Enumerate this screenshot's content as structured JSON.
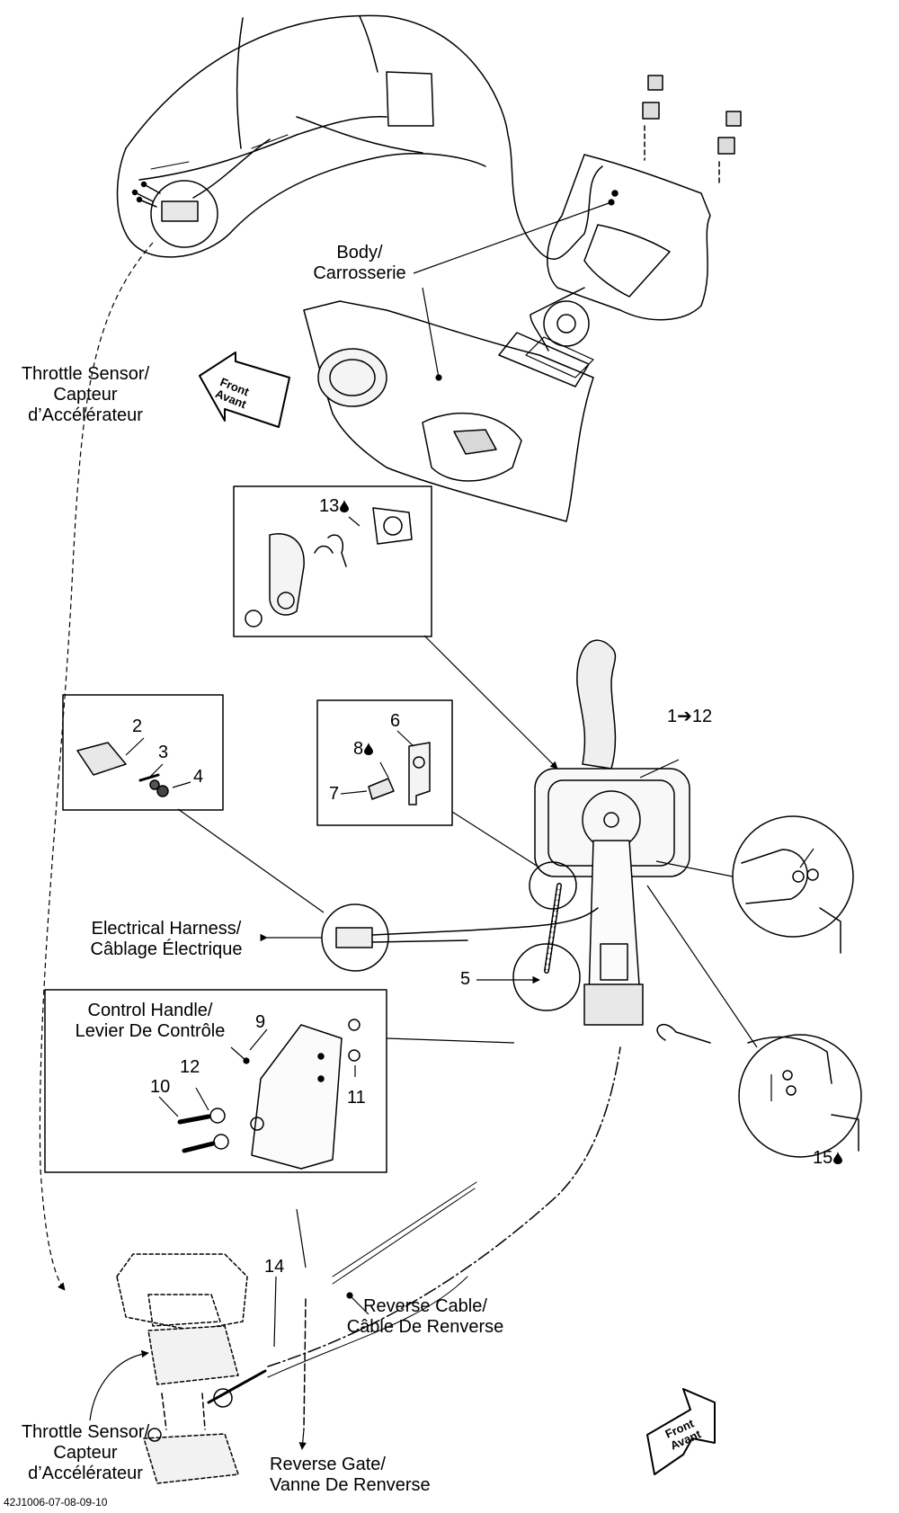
{
  "labels": {
    "body": [
      "Body/",
      "Carrosserie"
    ],
    "throttle_sensor_top": [
      "Throttle Sensor/",
      "Capteur",
      "d’Accélérateur"
    ],
    "throttle_sensor_bottom": [
      "Throttle Sensor/",
      "Capteur",
      "d’Accélérateur"
    ],
    "electrical_harness": [
      "Electrical  Harness/",
      "Câblage Électrique"
    ],
    "control_handle": [
      "Control Handle/",
      "Levier De Contrôle"
    ],
    "reverse_cable": [
      "Reverse Cable/",
      "Câble De Renverse"
    ],
    "reverse_gate": [
      "Reverse Gate/",
      "Vanne De Renverse"
    ],
    "front_top": [
      "Front",
      "Avant"
    ],
    "front_bottom": [
      "Front",
      "Avant"
    ]
  },
  "callouts": {
    "c1_12": "1➔12",
    "c2": "2",
    "c3": "3",
    "c4": "4",
    "c5": "5",
    "c6": "6",
    "c7": "7",
    "c8": "8",
    "c9": "9",
    "c10": "10",
    "c11": "11",
    "c12": "12",
    "c13": "13",
    "c14": "14",
    "c15": "15"
  },
  "drawing_code": "42J1006-07-08-09-10",
  "icons": {
    "lubricant": "drop-icon",
    "direction": "front-arrow-icon"
  },
  "colors": {
    "line": "#000000",
    "background": "#ffffff",
    "fill_light": "#f4f4f4",
    "fill_mid": "#d8d8d8"
  }
}
